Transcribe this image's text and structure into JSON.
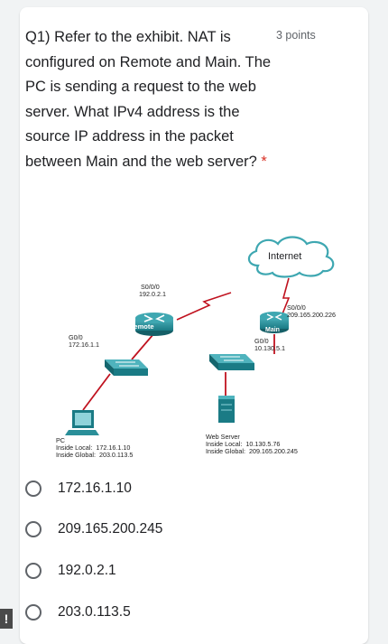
{
  "question": {
    "prefix": "Q1) ",
    "text": "Refer to the exhibit. NAT is configured on Remote and Main. The PC is sending a request to the web server. What IPv4 address is the source IP address in the packet between Main and the web server?",
    "required_mark": "*",
    "points": "3 points"
  },
  "diagram": {
    "internet_label": "Internet",
    "remote": {
      "name": "Remote",
      "s000_name": "S0/0/0",
      "s000_ip": "192.0.2.1",
      "g00_name": "G0/0",
      "g00_ip": "172.16.1.1"
    },
    "main": {
      "name": "Main",
      "s000_name": "S0/0/0",
      "s000_ip": "209.165.200.226",
      "g00_name": "G0/0",
      "g00_ip": "10.130.5.1"
    },
    "pc": {
      "title": "PC",
      "inside_local": "Inside Local:  172.16.1.10",
      "inside_global": "Inside Global:  203.0.113.5"
    },
    "server": {
      "title": "Web Server",
      "inside_local": "Inside Local:  10.130.5.76",
      "inside_global": "Inside Global:  209.165.200.245"
    }
  },
  "options": [
    {
      "label": "172.16.1.10"
    },
    {
      "label": "209.165.200.245"
    },
    {
      "label": "192.0.2.1"
    },
    {
      "label": "203.0.113.5"
    }
  ],
  "warning_icon_glyph": "!",
  "colors": {
    "page_bg": "#f1f3f4",
    "required": "#d93025",
    "device_teal": "#1f8a94",
    "link_red": "#c0121f"
  }
}
